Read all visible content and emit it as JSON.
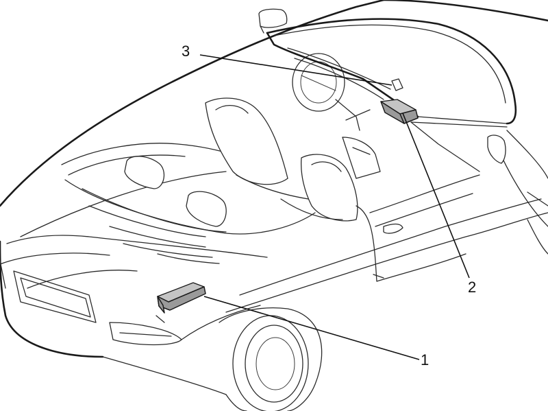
{
  "callouts": [
    {
      "id": "1",
      "label": "1"
    },
    {
      "id": "2",
      "label": "2"
    },
    {
      "id": "3",
      "label": "3"
    }
  ],
  "colors": {
    "line": "#2a2a2a",
    "module_fill": "#9a9a9a",
    "background": "#ffffff"
  }
}
